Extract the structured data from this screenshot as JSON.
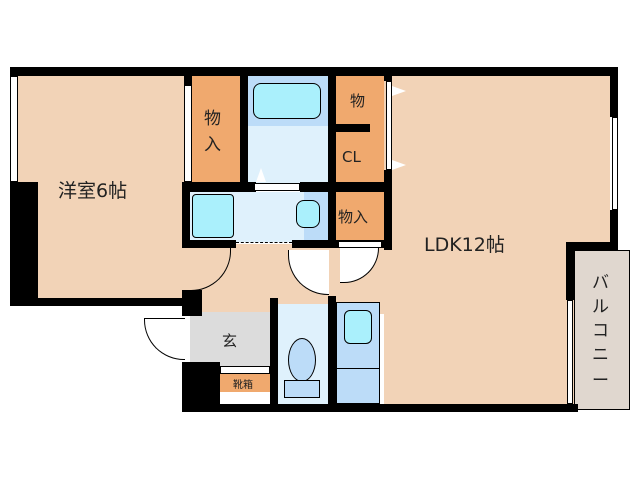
{
  "floorplan": {
    "rooms": {
      "western_room": {
        "label": "洋室6帖"
      },
      "storage_left": {
        "label_line1": "物",
        "label_line2": "入"
      },
      "closet_top": {
        "label": "物"
      },
      "closet_cl": {
        "label": "CL"
      },
      "storage_right": {
        "label": "物入"
      },
      "ldk": {
        "label": "LDK12帖"
      },
      "balcony": {
        "label_chars": [
          "バ",
          "ル",
          "コ",
          "ニ",
          "ー"
        ]
      },
      "entrance": {
        "label": "玄"
      },
      "shoe_box": {
        "label": "靴箱"
      }
    },
    "colors": {
      "floor": "#f2d3b7",
      "storage": "#f0a96e",
      "wet_area": "#dff1fc",
      "wet_area_dark": "#bcdcf8",
      "fixture": "#aaf0fc",
      "entrance": "#dcdcdc",
      "balcony": "#e0d7cf",
      "wall": "#000000"
    }
  }
}
